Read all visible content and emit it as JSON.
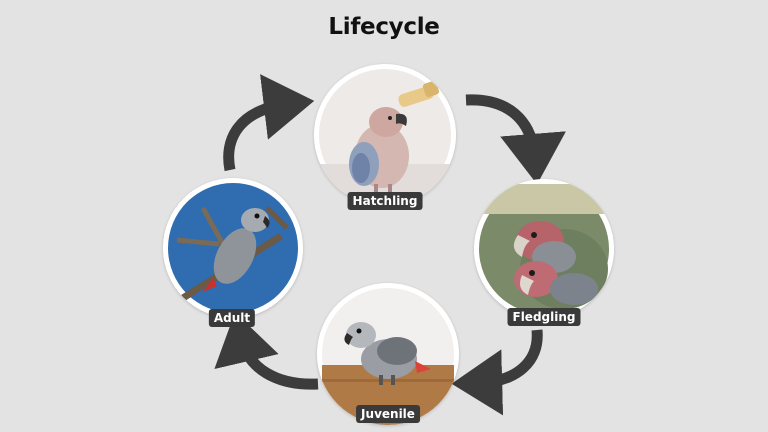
{
  "diagram": {
    "title": "Lifecycle",
    "stages": [
      {
        "id": "hatchling",
        "label": "Hatchling",
        "icon": "hatchling-parrot-photo"
      },
      {
        "id": "fledgling",
        "label": "Fledgling",
        "icon": "fledgling-parrots-photo"
      },
      {
        "id": "juvenile",
        "label": "Juvenile",
        "icon": "juvenile-parrot-photo"
      },
      {
        "id": "adult",
        "label": "Adult",
        "icon": "adult-parrot-photo"
      }
    ],
    "cycle_order": [
      "Hatchling",
      "Fledgling",
      "Juvenile",
      "Adult"
    ],
    "colors": {
      "background": "#e3e3e3",
      "arrow": "#3c3c3c",
      "label_bg": "#3a3a3a",
      "circle_border": "#ffffff",
      "adult_sky": "#2f6cb0"
    }
  }
}
